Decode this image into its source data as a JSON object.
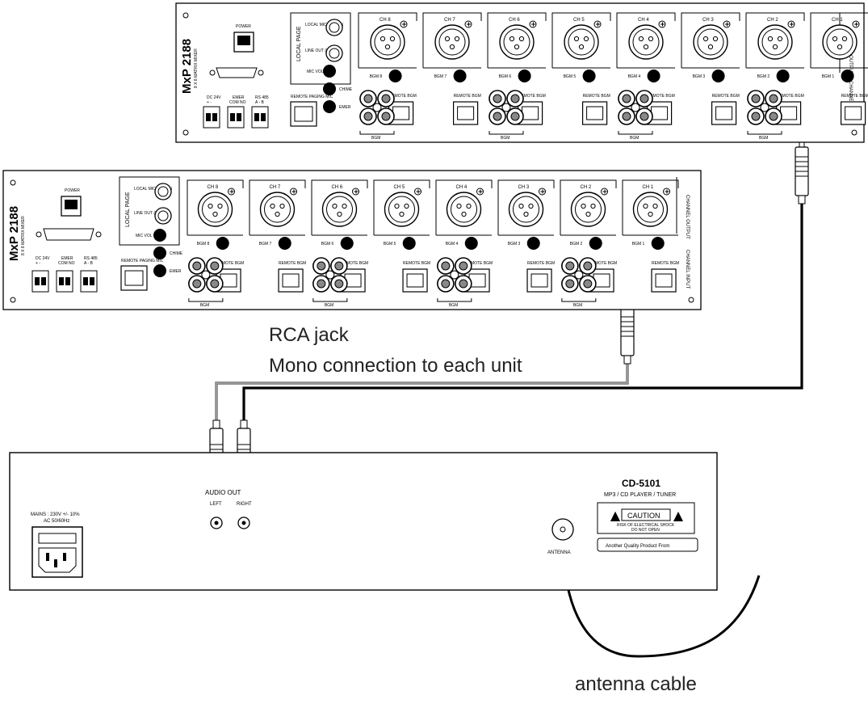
{
  "colors": {
    "line": "#000000",
    "cable_grey": "#7a7a7a",
    "background": "#ffffff"
  },
  "mixer": {
    "model": "MxP 2188",
    "subtitle": "8 X 8 MATRIX MIXER",
    "power_label": "POWER",
    "local_page_label": "LOCAL PAGE",
    "local_mic_in_label": "LOCAL MIC IN (BAL)",
    "line_out_label": "LINE OUT (UNBAL)",
    "mic_vol_label": "MIC VOL",
    "chime_label": "CHIME",
    "emer_label": "EMER",
    "dc_label": "DC 24V",
    "dc_pins": "+   -",
    "emer_term_label": "EMER",
    "emer_pins": "COM  NO",
    "rs485_label": "RS 485",
    "rs485_pins": "A  -  B",
    "remote_paging_label": "REMOTE PAGING MIC",
    "remote_bgm_label": "REMOTE BGM",
    "bgm_label": "BGM",
    "channel_output_label": "CHANNEL OUTPUT",
    "channel_input_label": "CHANNEL INPUT",
    "channels": [
      "CH 8",
      "CH 7",
      "CH 6",
      "CH 5",
      "CH 4",
      "CH 3",
      "CH 2",
      "CH 1"
    ],
    "bgm_knobs": [
      "BGM 8",
      "BGM 7",
      "BGM 6",
      "BGM 5",
      "BGM 4",
      "BGM 3",
      "BGM 2",
      "BGM 1"
    ]
  },
  "cd_player": {
    "model": "CD-5101",
    "subtitle": "MP3 / CD PLAYER / TUNER",
    "audio_out_label": "AUDIO OUT",
    "left_label": "LEFT",
    "right_label": "RIGHT",
    "mains_label_1": "MAINS : 230V +/- 10%",
    "mains_label_2": "AC 50/60Hz",
    "antenna_label": "ANTENNA",
    "caution_label": "CAUTION",
    "shock_label_1": "RISK OF ELECTRICAL SHOCK",
    "shock_label_2": "DO NOT OPEN",
    "quality_label": "Another Quality Product From"
  },
  "annotations": {
    "rca_jack": "RCA jack",
    "mono_connection": "Mono connection to each unit",
    "antenna_cable": "antenna cable"
  }
}
